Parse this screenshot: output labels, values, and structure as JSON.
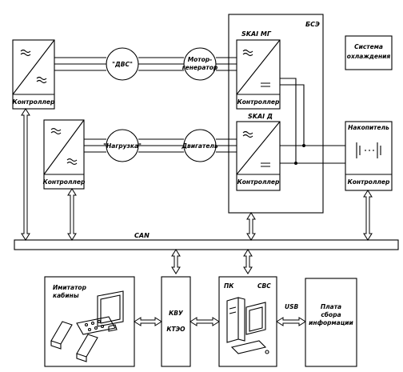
{
  "labels": {
    "bse": "БСЭ",
    "cooling_line1": "Система",
    "cooling_line2": "охлаждения",
    "skai_mg": "SKAI МГ",
    "skai_d": "SKAI Д",
    "controller": "Контроллер",
    "ice": "\"ДВС\"",
    "load": "\"Нагрузка\"",
    "motor_gen_line1": "Мотор-",
    "motor_gen_line2": "генератор",
    "motor": "Двигатель",
    "storage": "Накопитель",
    "can": "CAN",
    "cabin_line1": "Имитатор",
    "cabin_line2": "кабины",
    "kvu_line1": "КВУ",
    "kvu_line2": "КТЭО",
    "pc": "ПК",
    "svs": "СВС",
    "usb": "USB",
    "board_line1": "Плата",
    "board_line2": "сбора",
    "board_line3": "информации"
  },
  "colors": {
    "stroke": "#000000",
    "background": "#ffffff"
  }
}
